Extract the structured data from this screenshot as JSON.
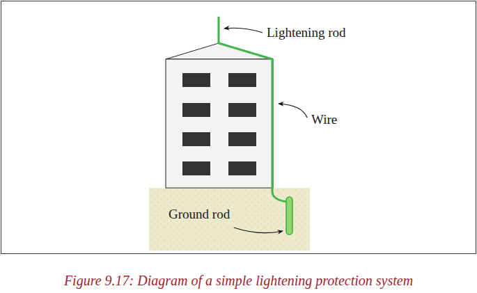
{
  "diagram": {
    "caption": "Figure 9.17: Diagram of a simple lightening protection system",
    "labels": [
      "Lightening rod",
      "Wire",
      "Ground rod"
    ]
  }
}
